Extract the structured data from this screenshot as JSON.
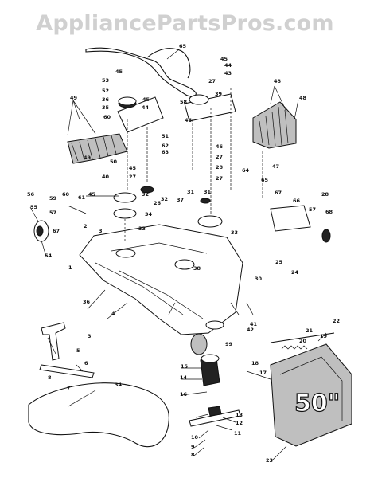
{
  "watermark": "AppliancePartsPros.com",
  "callouts": [
    {
      "text": "65"
    },
    {
      "text": "45"
    },
    {
      "text": "53"
    },
    {
      "text": "52"
    },
    {
      "text": "36"
    },
    {
      "text": "35"
    },
    {
      "text": "45"
    },
    {
      "text": "44"
    },
    {
      "text": "58"
    },
    {
      "text": "60"
    },
    {
      "text": "49"
    },
    {
      "text": "49"
    },
    {
      "text": "50"
    },
    {
      "text": "51"
    },
    {
      "text": "62"
    },
    {
      "text": "63"
    },
    {
      "text": "45"
    },
    {
      "text": "44"
    },
    {
      "text": "43"
    },
    {
      "text": "27"
    },
    {
      "text": "39"
    },
    {
      "text": "46"
    },
    {
      "text": "48"
    },
    {
      "text": "48"
    },
    {
      "text": "47"
    },
    {
      "text": "46"
    },
    {
      "text": "27"
    },
    {
      "text": "28"
    },
    {
      "text": "27"
    },
    {
      "text": "64"
    },
    {
      "text": "65"
    },
    {
      "text": "31"
    },
    {
      "text": "31"
    },
    {
      "text": "40"
    },
    {
      "text": "45"
    },
    {
      "text": "27"
    },
    {
      "text": "32"
    },
    {
      "text": "32"
    },
    {
      "text": "37"
    },
    {
      "text": "26"
    },
    {
      "text": "34"
    },
    {
      "text": "33"
    },
    {
      "text": "33"
    },
    {
      "text": "66"
    },
    {
      "text": "67"
    },
    {
      "text": "28"
    },
    {
      "text": "57"
    },
    {
      "text": "68"
    },
    {
      "text": "56"
    },
    {
      "text": "55"
    },
    {
      "text": "59"
    },
    {
      "text": "60"
    },
    {
      "text": "61"
    },
    {
      "text": "45"
    },
    {
      "text": "57"
    },
    {
      "text": "67"
    },
    {
      "text": "54"
    },
    {
      "text": "2"
    },
    {
      "text": "3"
    },
    {
      "text": "1"
    },
    {
      "text": "25"
    },
    {
      "text": "24"
    },
    {
      "text": "38"
    },
    {
      "text": "30"
    },
    {
      "text": "4"
    },
    {
      "text": "3"
    },
    {
      "text": "36"
    },
    {
      "text": "41"
    },
    {
      "text": "42"
    },
    {
      "text": "99"
    },
    {
      "text": "5"
    },
    {
      "text": "6"
    },
    {
      "text": "7"
    },
    {
      "text": "8"
    },
    {
      "text": "34"
    },
    {
      "text": "15"
    },
    {
      "text": "14"
    },
    {
      "text": "16"
    },
    {
      "text": "17"
    },
    {
      "text": "18"
    },
    {
      "text": "19"
    },
    {
      "text": "20"
    },
    {
      "text": "21"
    },
    {
      "text": "22"
    },
    {
      "text": "13"
    },
    {
      "text": "12"
    },
    {
      "text": "11"
    },
    {
      "text": "10"
    },
    {
      "text": "9"
    },
    {
      "text": "8"
    },
    {
      "text": "23"
    }
  ],
  "deck_emblem": "50\""
}
